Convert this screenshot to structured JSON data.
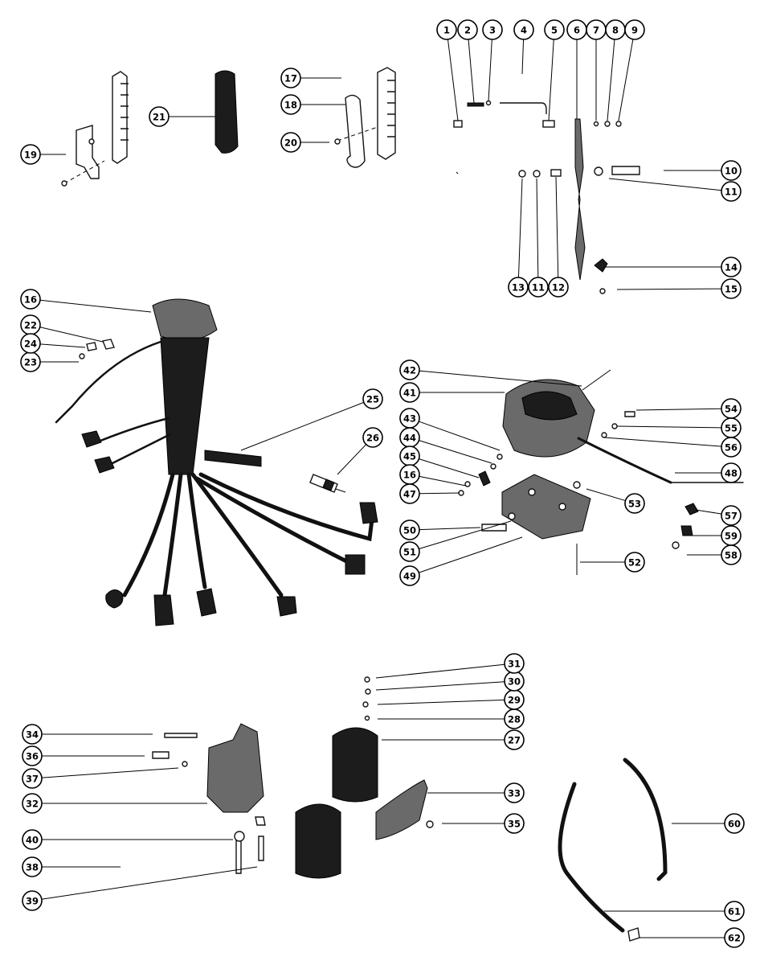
{
  "diagram": {
    "colors": {
      "ink": "#000000",
      "paper": "#ffffff",
      "part_dark": "#1c1c1c",
      "part_mid": "#6a6a6a"
    },
    "callouts": [
      {
        "id": "c1",
        "label": "1"
      },
      {
        "id": "c2",
        "label": "2"
      },
      {
        "id": "c3",
        "label": "3"
      },
      {
        "id": "c4",
        "label": "4"
      },
      {
        "id": "c5",
        "label": "5"
      },
      {
        "id": "c6",
        "label": "6"
      },
      {
        "id": "c7",
        "label": "7"
      },
      {
        "id": "c8",
        "label": "8"
      },
      {
        "id": "c9",
        "label": "9"
      },
      {
        "id": "c10",
        "label": "10"
      },
      {
        "id": "c11a",
        "label": "11"
      },
      {
        "id": "c11b",
        "label": "11"
      },
      {
        "id": "c12",
        "label": "12"
      },
      {
        "id": "c13",
        "label": "13"
      },
      {
        "id": "c14",
        "label": "14"
      },
      {
        "id": "c15",
        "label": "15"
      },
      {
        "id": "c16",
        "label": "16"
      },
      {
        "id": "c17",
        "label": "17"
      },
      {
        "id": "c18",
        "label": "18"
      },
      {
        "id": "c19",
        "label": "19"
      },
      {
        "id": "c20",
        "label": "20"
      },
      {
        "id": "c21",
        "label": "21"
      },
      {
        "id": "c22",
        "label": "22"
      },
      {
        "id": "c23",
        "label": "23"
      },
      {
        "id": "c24",
        "label": "24"
      },
      {
        "id": "c25",
        "label": "25"
      },
      {
        "id": "c26",
        "label": "26"
      },
      {
        "id": "c27",
        "label": "27"
      },
      {
        "id": "c28",
        "label": "28"
      },
      {
        "id": "c29",
        "label": "29"
      },
      {
        "id": "c30",
        "label": "30"
      },
      {
        "id": "c31",
        "label": "31"
      },
      {
        "id": "c32",
        "label": "32"
      },
      {
        "id": "c33",
        "label": "33"
      },
      {
        "id": "c34",
        "label": "34"
      },
      {
        "id": "c35",
        "label": "35"
      },
      {
        "id": "c36",
        "label": "36"
      },
      {
        "id": "c37",
        "label": "37"
      },
      {
        "id": "c38",
        "label": "38"
      },
      {
        "id": "c39",
        "label": "39"
      },
      {
        "id": "c40",
        "label": "40"
      },
      {
        "id": "c41",
        "label": "41"
      },
      {
        "id": "c42",
        "label": "42"
      },
      {
        "id": "c43",
        "label": "43"
      },
      {
        "id": "c44",
        "label": "44"
      },
      {
        "id": "c45",
        "label": "45"
      },
      {
        "id": "c46",
        "label": "16"
      },
      {
        "id": "c47",
        "label": "47"
      },
      {
        "id": "c48",
        "label": "48"
      },
      {
        "id": "c49",
        "label": "49"
      },
      {
        "id": "c50",
        "label": "50"
      },
      {
        "id": "c51",
        "label": "51"
      },
      {
        "id": "c52",
        "label": "52"
      },
      {
        "id": "c53",
        "label": "53"
      },
      {
        "id": "c54",
        "label": "54"
      },
      {
        "id": "c55",
        "label": "55"
      },
      {
        "id": "c56",
        "label": "56"
      },
      {
        "id": "c57",
        "label": "57"
      },
      {
        "id": "c58",
        "label": "58"
      },
      {
        "id": "c59",
        "label": "59"
      },
      {
        "id": "c60",
        "label": "60"
      },
      {
        "id": "c61",
        "label": "61"
      },
      {
        "id": "c62",
        "label": "62"
      }
    ]
  }
}
